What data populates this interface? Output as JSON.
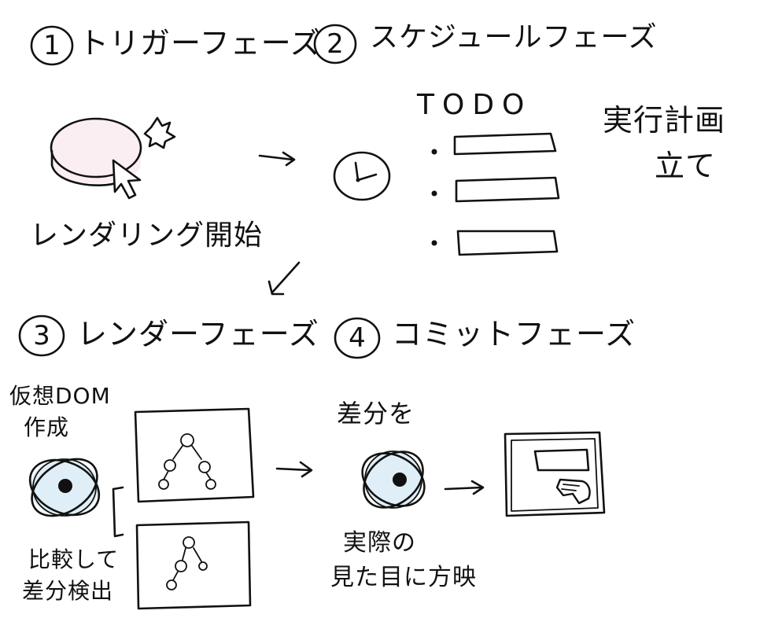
{
  "phases": [
    {
      "number": "①",
      "title": "トリガーフェーズ"
    },
    {
      "number": "②",
      "title": "スケジュールフェーズ"
    },
    {
      "number": "③",
      "title": "レンダーフェーズ"
    },
    {
      "number": "④",
      "title": "コミットフェーズ"
    }
  ],
  "trigger": {
    "caption": "レンダリング開始"
  },
  "schedule": {
    "todo_heading": "TODO",
    "plan_line1": "実行計画",
    "plan_line2": "立て"
  },
  "render": {
    "note1_line1": "仮想DOM",
    "note1_line2": "作成",
    "note2_line1": "比較して",
    "note2_line2": "差分検出"
  },
  "commit": {
    "note1": "差分を",
    "note2_line1": "実際の",
    "note2_line2": "見た目に方映"
  },
  "colors": {
    "ink": "#111111",
    "button_fill": "#fbeef2",
    "eye_fill": "#dfeef7"
  }
}
